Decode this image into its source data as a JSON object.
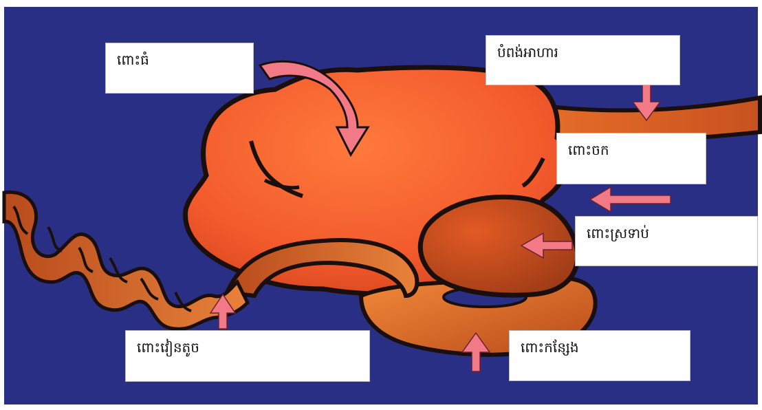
{
  "labels": {
    "large_stomach": "ពោះធំ",
    "esophagus": "បំពង់អាហារ",
    "honeycomb_stomach": "ពោះចក",
    "omasum": "ពោះស្រទាប់",
    "small_intestine": "ពោះវៀនតូច",
    "abomasum": "ពោះកន្សែង"
  },
  "colors": {
    "background": "#2a2f86",
    "organ": "#f06a35",
    "organ_dark": "#c8461e",
    "outline": "#1a0f0c",
    "arrow": "#f27a86"
  }
}
